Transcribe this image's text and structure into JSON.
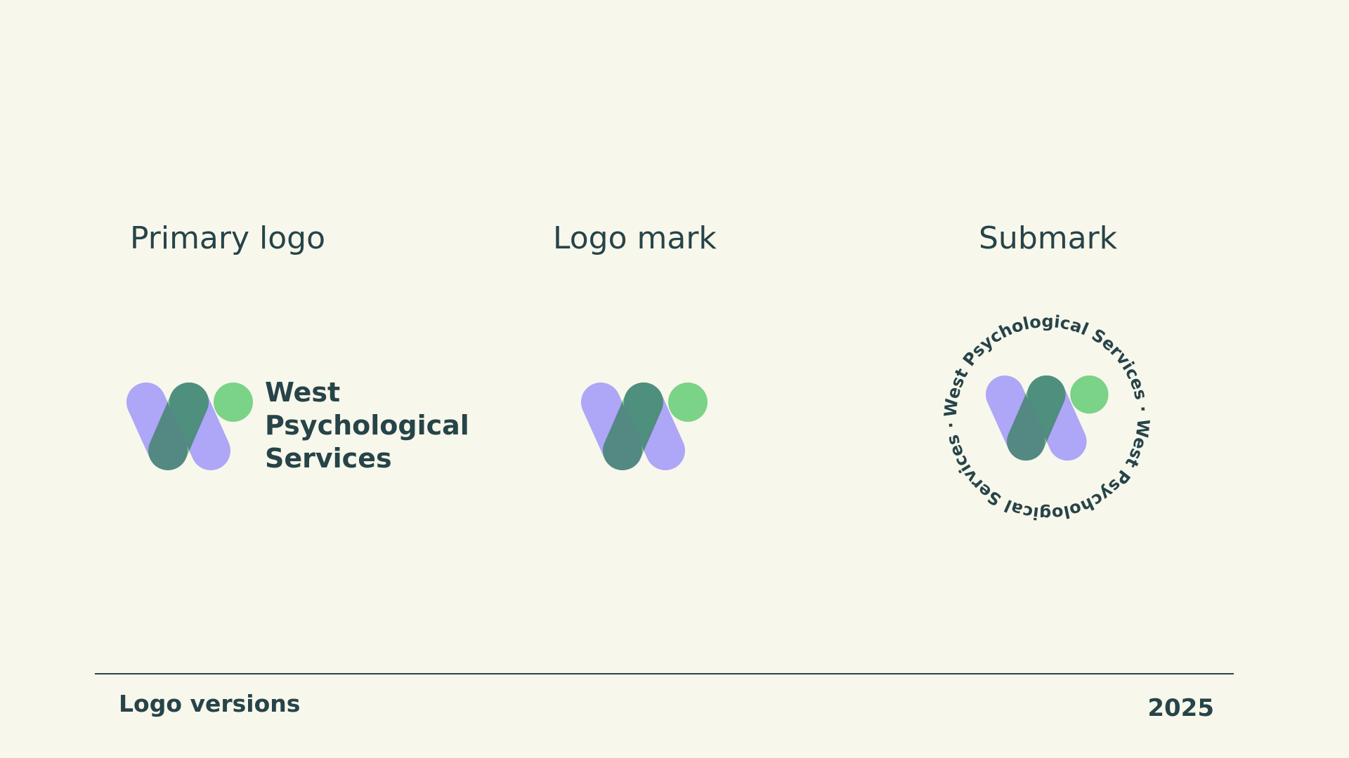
{
  "sections": {
    "primary": {
      "heading": "Primary logo"
    },
    "mark": {
      "heading": "Logo mark"
    },
    "submark": {
      "heading": "Submark",
      "ring_text": "West Psychological Services · West Psychological Services · "
    }
  },
  "wordmark": {
    "line1": "West",
    "line2": "Psychological",
    "line3": "Services"
  },
  "footer": {
    "label": "Logo versions",
    "year": "2025"
  },
  "colors": {
    "background": "#f8f7eb",
    "text": "#264449",
    "lavender": "#aea6f7",
    "green": "#7ad386",
    "teal": "#4f8f7e"
  }
}
